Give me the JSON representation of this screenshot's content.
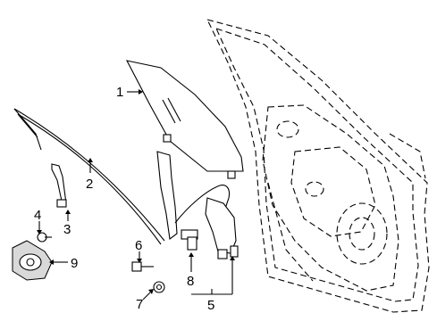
{
  "callouts": [
    {
      "id": "1",
      "label": "1"
    },
    {
      "id": "2",
      "label": "2"
    },
    {
      "id": "3",
      "label": "3"
    },
    {
      "id": "4",
      "label": "4"
    },
    {
      "id": "5",
      "label": "5"
    },
    {
      "id": "6",
      "label": "6"
    },
    {
      "id": "7",
      "label": "7"
    },
    {
      "id": "8",
      "label": "8"
    },
    {
      "id": "9",
      "label": "9"
    }
  ],
  "colors": {
    "ink": "#000000",
    "background": "#ffffff",
    "motor_fill": "#d9d9d9"
  }
}
